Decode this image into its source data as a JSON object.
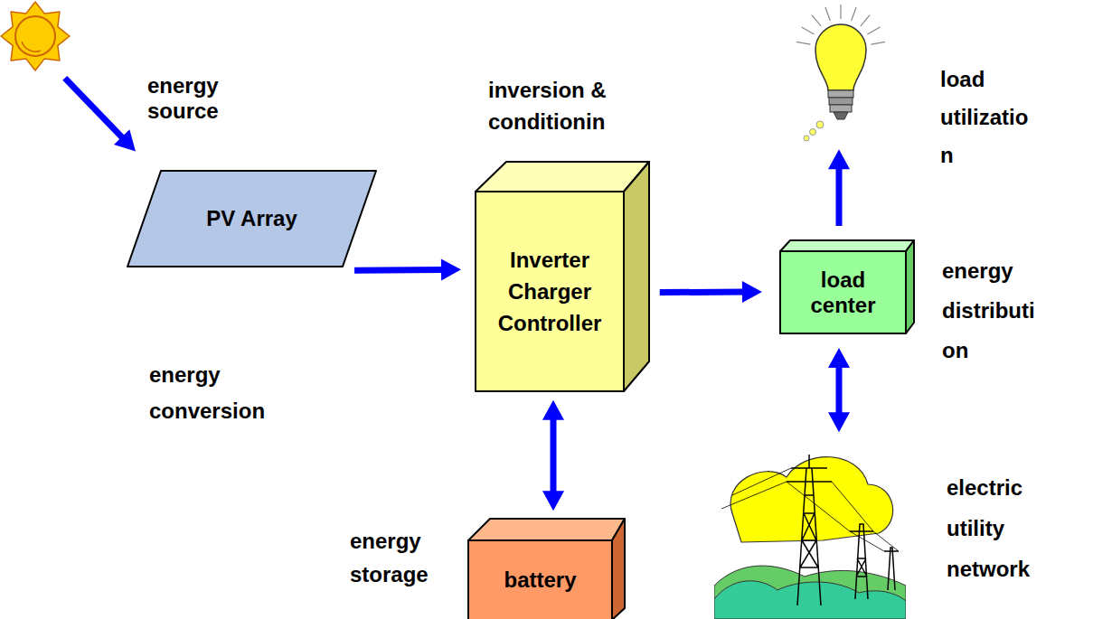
{
  "diagram": {
    "nodes": [
      {
        "text": [
          "energy source"
        ]
      },
      {
        "text": [
          "PV Array"
        ]
      },
      {
        "text": [
          "Inverter Charger Controller"
        ]
      },
      {
        "text": [
          "load center"
        ]
      },
      {
        "text": [
          "load utilizatio n"
        ]
      },
      {
        "text": [
          "battery"
        ]
      },
      {
        "text": [
          "electric utility network"
        ]
      }
    ],
    "edges": [
      {
        "from": 0,
        "to": 1,
        "arrow": "to"
      },
      {
        "from": 1,
        "to": 2,
        "arrow": "to"
      },
      {
        "from": 2,
        "to": 3,
        "arrow": "to"
      },
      {
        "from": 3,
        "to": 4,
        "arrow": "to"
      },
      {
        "from": 2,
        "to": 5,
        "arrow": "both"
      },
      {
        "from": 3,
        "to": 6,
        "arrow": "both"
      }
    ],
    "labels": [
      "inversion & conditionin",
      "energy conversion",
      "energy distributi on",
      "energy storage"
    ]
  }
}
